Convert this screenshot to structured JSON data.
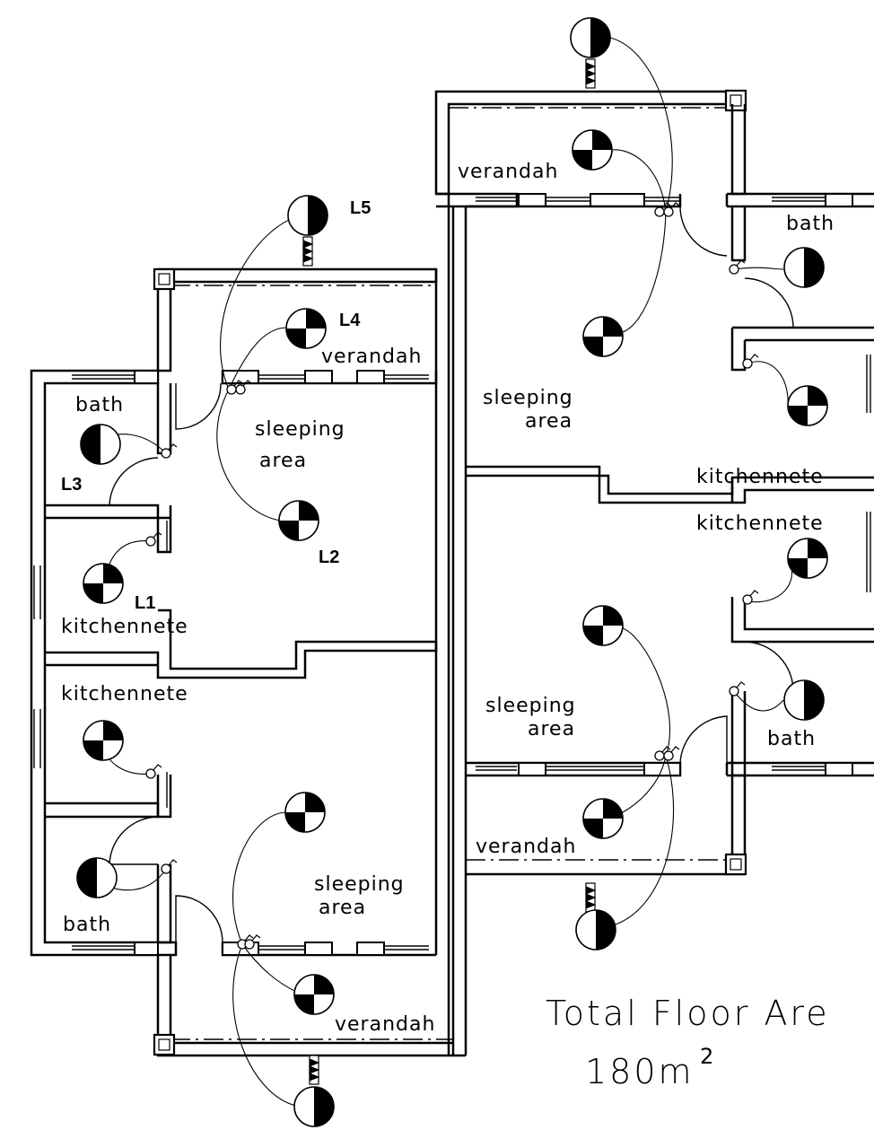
{
  "rooms": {
    "left_bath_top": "bath",
    "left_sleeping_top": "sleeping",
    "left_sleeping_top_2": "area",
    "left_verandah_top": "verandah",
    "left_kitchennete_top": "kitchennete",
    "left_kitchennete_bottom": "kitchennete",
    "left_bath_bottom": "bath",
    "left_sleeping_bottom": "sleeping",
    "left_sleeping_bottom_2": "area",
    "left_verandah_bottom": "verandah",
    "right_verandah_top": "verandah",
    "right_bath_top": "bath",
    "right_sleeping_top": "sleeping",
    "right_sleeping_top_2": "area",
    "right_kitchennete_top": "kitchennete",
    "right_kitchennete_bottom": "kitchennete",
    "right_sleeping_bottom": "sleeping",
    "right_sleeping_bottom_2": "area",
    "right_bath_bottom": "bath",
    "right_verandah_bottom": "verandah"
  },
  "tags": {
    "l1": "L1",
    "l2": "L2",
    "l3": "L3",
    "l4": "L4",
    "l5": "L5"
  },
  "total_area": {
    "label": "Total Floor Are",
    "value": "180m",
    "superscript": "2"
  }
}
